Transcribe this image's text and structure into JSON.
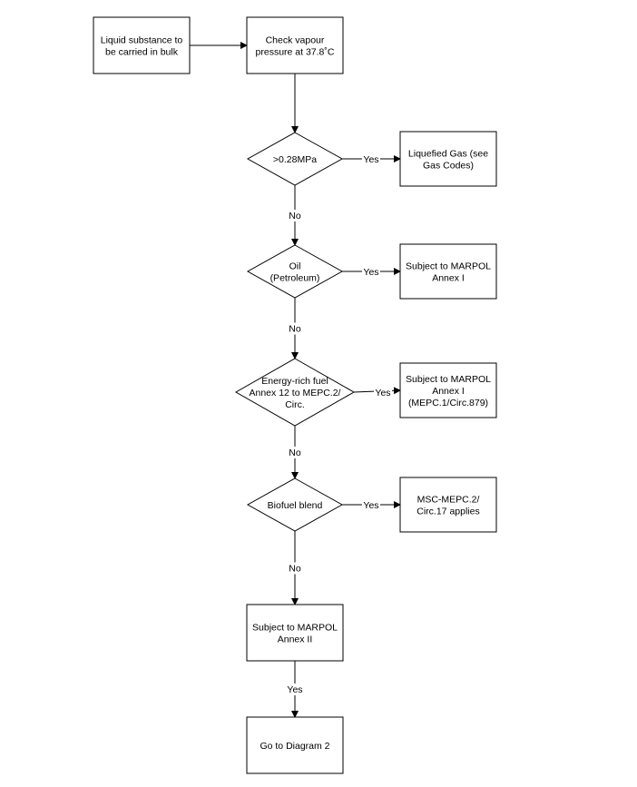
{
  "flowchart": {
    "nodes": {
      "start": {
        "shape": "rect",
        "lines": [
          "Liquid substance to",
          "be carried in bulk"
        ]
      },
      "vapour": {
        "shape": "rect",
        "lines": [
          "Check vapour",
          "pressure at 37.8˚C"
        ]
      },
      "pressure": {
        "shape": "diamond",
        "lines": [
          ">0.28MPa"
        ]
      },
      "gas": {
        "shape": "rect",
        "lines": [
          "Liquefied Gas (see",
          "Gas Codes)"
        ]
      },
      "oil": {
        "shape": "diamond",
        "lines": [
          "Oil",
          "(Petroleum)"
        ]
      },
      "marpol1": {
        "shape": "rect",
        "lines": [
          "Subject to MARPOL",
          "Annex I"
        ]
      },
      "energy": {
        "shape": "diamond",
        "lines": [
          "Energy-rich fuel",
          "Annex 12 to MEPC.2/",
          "Circ."
        ]
      },
      "marpol1b": {
        "shape": "rect",
        "lines": [
          "Subject to MARPOL",
          "Annex I",
          "(MEPC.1/Circ.879)"
        ]
      },
      "biofuel": {
        "shape": "diamond",
        "lines": [
          "Biofuel blend"
        ]
      },
      "msc": {
        "shape": "rect",
        "lines": [
          "MSC-MEPC.2/",
          "Circ.17 applies"
        ]
      },
      "marpol2": {
        "shape": "rect",
        "lines": [
          "Subject to MARPOL",
          "Annex II"
        ]
      },
      "diagram2": {
        "shape": "rect",
        "lines": [
          "Go to Diagram 2"
        ]
      }
    },
    "edges": [
      {
        "from": "start",
        "to": "vapour",
        "label": ""
      },
      {
        "from": "vapour",
        "to": "pressure",
        "label": ""
      },
      {
        "from": "pressure",
        "to": "gas",
        "label": "Yes"
      },
      {
        "from": "pressure",
        "to": "oil",
        "label": "No"
      },
      {
        "from": "oil",
        "to": "marpol1",
        "label": "Yes"
      },
      {
        "from": "oil",
        "to": "energy",
        "label": "No"
      },
      {
        "from": "energy",
        "to": "marpol1b",
        "label": "Yes"
      },
      {
        "from": "energy",
        "to": "biofuel",
        "label": "No"
      },
      {
        "from": "biofuel",
        "to": "msc",
        "label": "Yes"
      },
      {
        "from": "biofuel",
        "to": "marpol2",
        "label": "No"
      },
      {
        "from": "marpol2",
        "to": "diagram2",
        "label": "Yes"
      }
    ]
  }
}
